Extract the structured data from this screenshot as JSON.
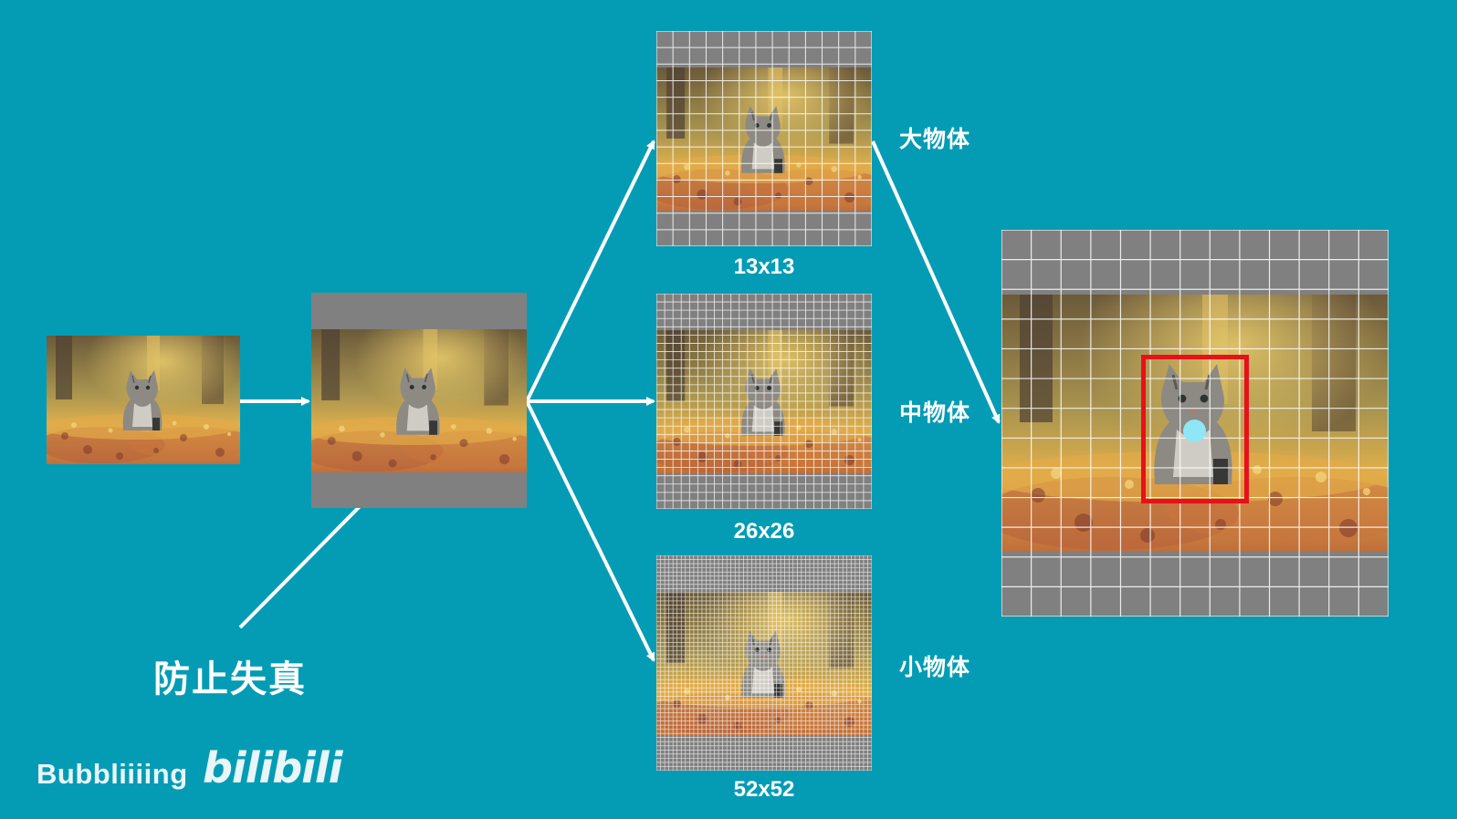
{
  "size_labels": {
    "large": "13x13",
    "medium": "26x26",
    "small": "52x52"
  },
  "object_labels": {
    "large": "大物体",
    "medium": "中物体",
    "small": "小物体"
  },
  "annotation": "防止失真",
  "watermark": {
    "name": "Bubbliiiing",
    "brand": "bilibili"
  },
  "grids": {
    "large": 13,
    "medium": 26,
    "small": 52,
    "detail": 13
  },
  "colors": {
    "background": "#049cb5",
    "padding": "#808080",
    "arrow": "#ffffff",
    "box": "#e8101a",
    "center_point": "#8fe6f6"
  }
}
